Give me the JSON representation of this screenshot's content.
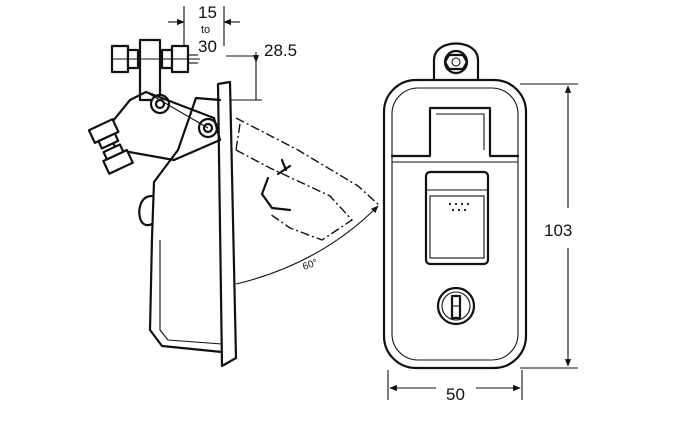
{
  "dimensions": {
    "offset_min": "15",
    "offset_connector": "to",
    "offset_max": "30",
    "plate_offset": "28.5",
    "angle": "60°",
    "height": "103",
    "width": "50"
  }
}
